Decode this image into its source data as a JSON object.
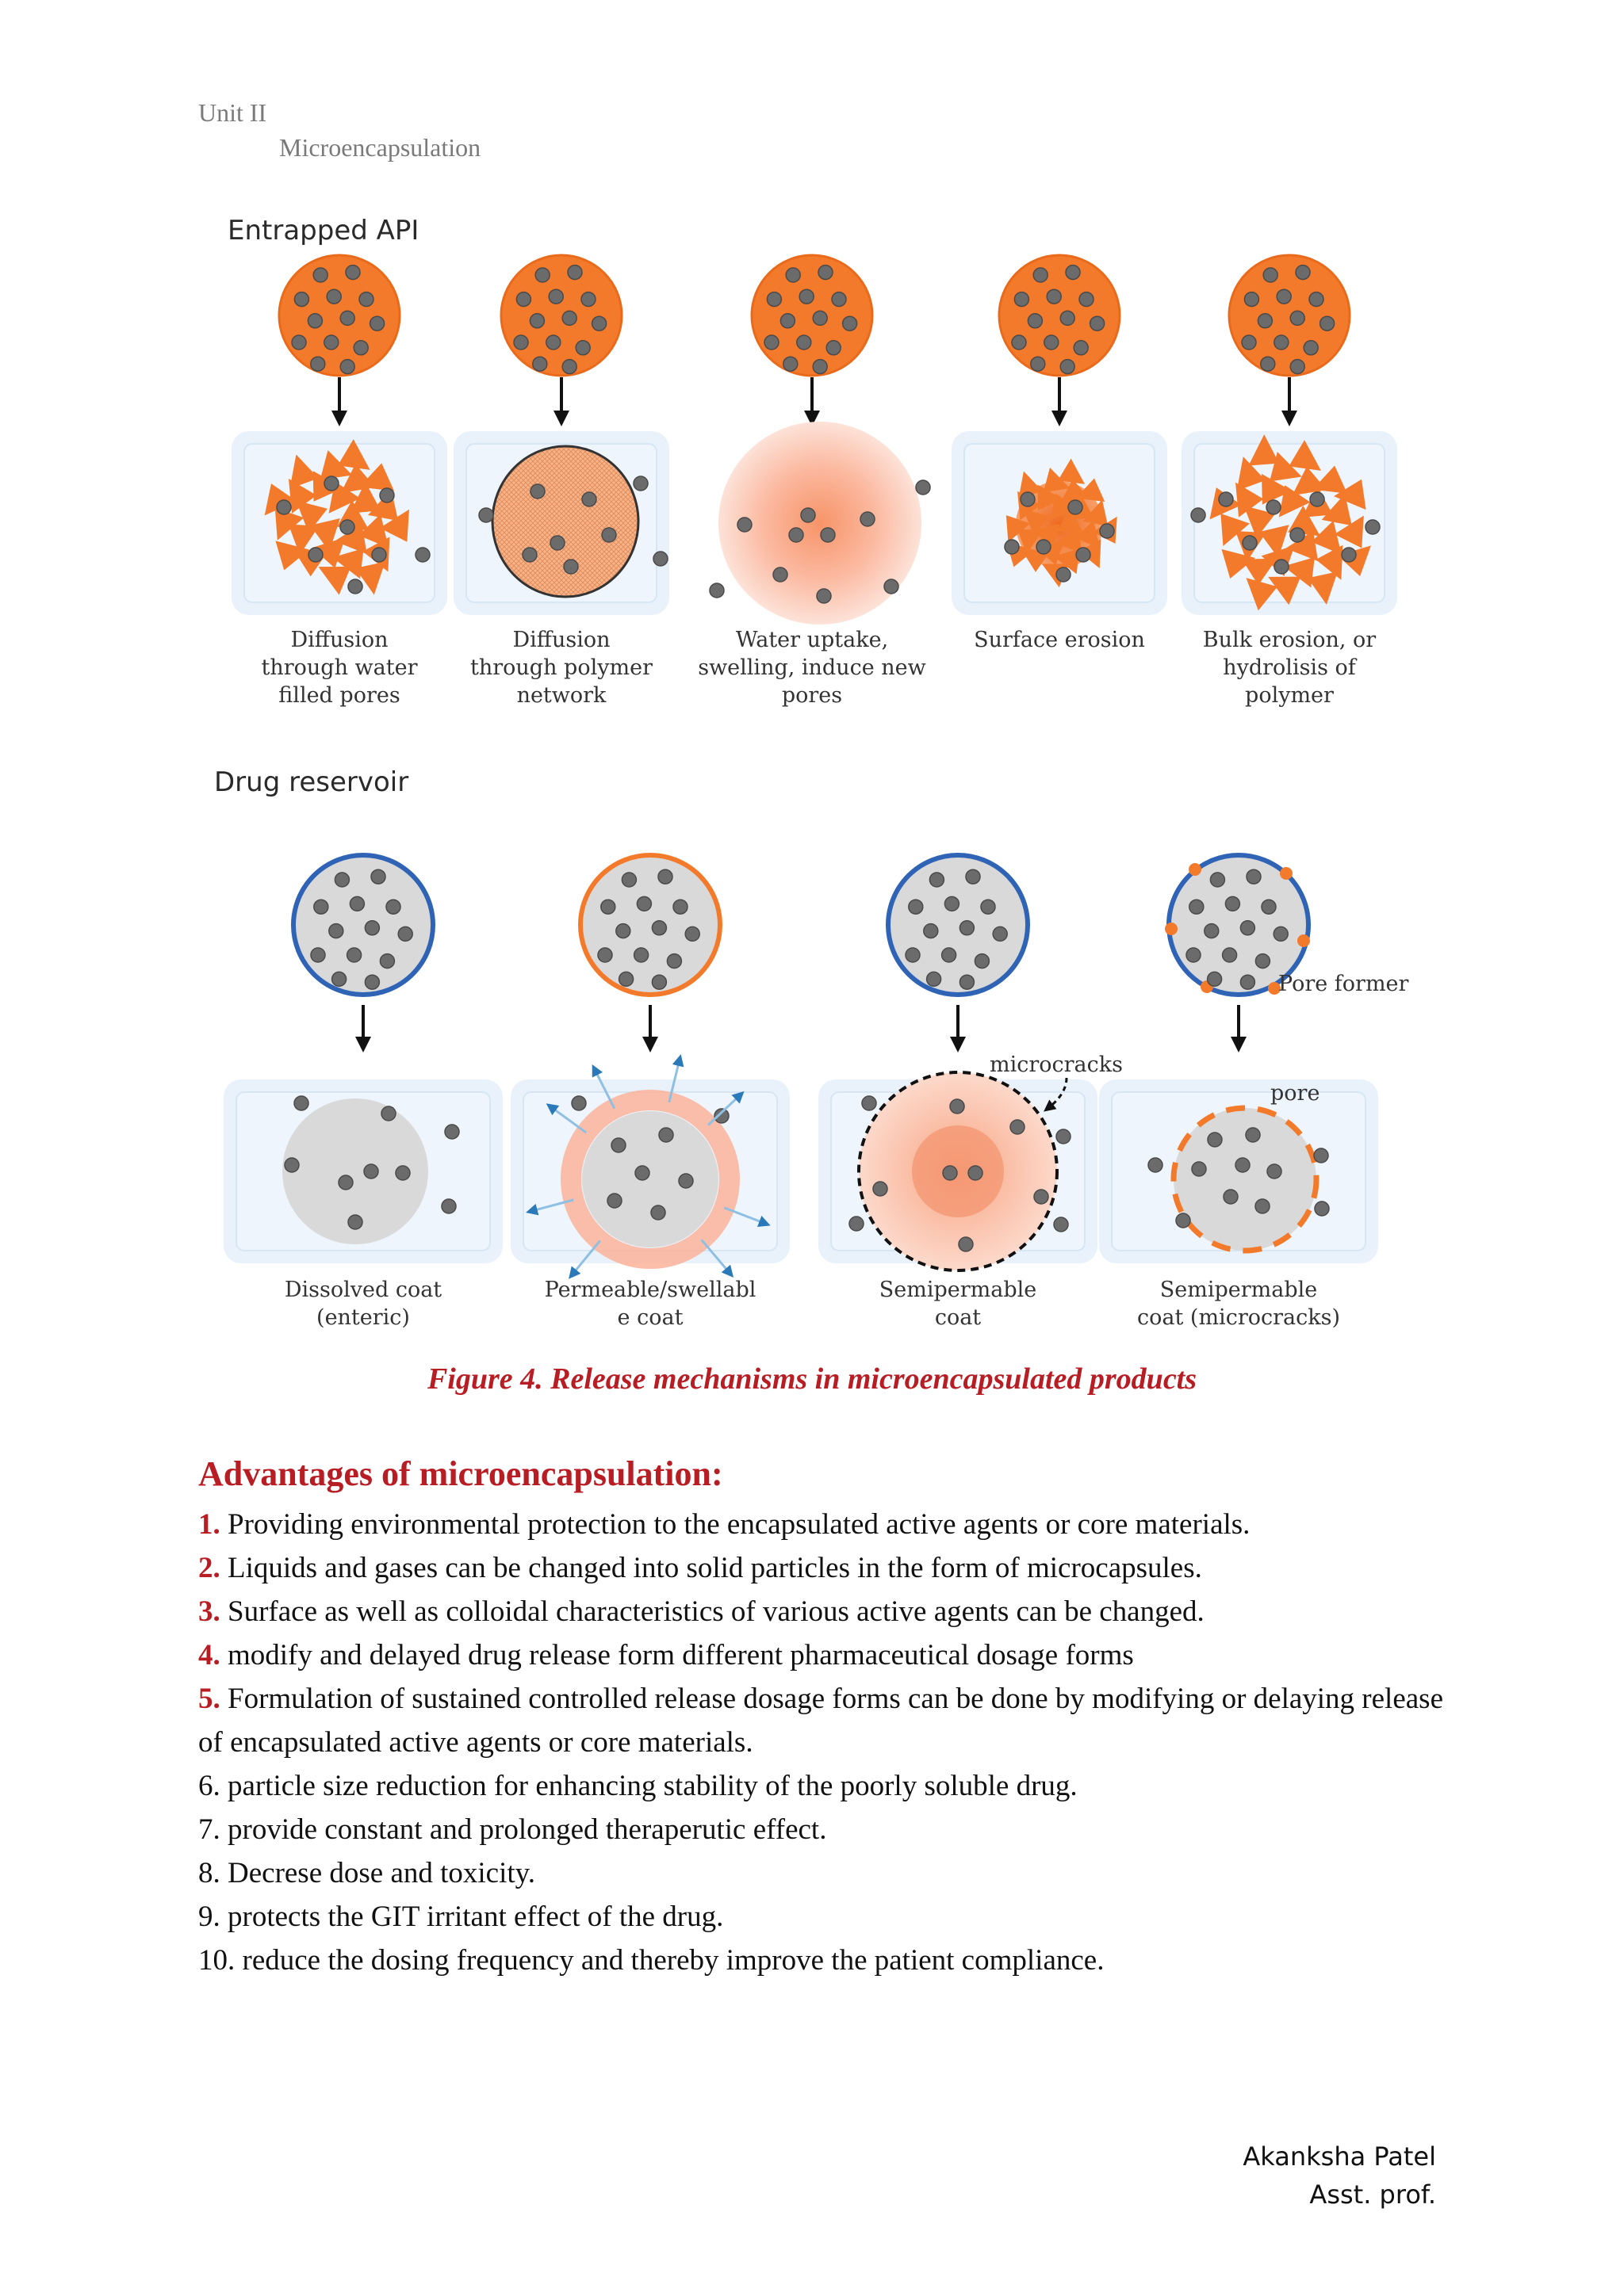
{
  "header": {
    "unit": "Unit II",
    "topic": "Microencapsulation"
  },
  "figure": {
    "entrapped_title": "Entrapped API",
    "entrapped_mechanisms": [
      {
        "lines": [
          "Diffusion",
          "through water",
          "filled pores"
        ]
      },
      {
        "lines": [
          "Diffusion",
          "through polymer",
          "network"
        ]
      },
      {
        "lines": [
          "Water uptake,",
          "swelling, induce new",
          "pores"
        ]
      },
      {
        "lines": [
          "Surface erosion"
        ]
      },
      {
        "lines": [
          "Bulk erosion, or",
          "hydrolisis of",
          "polymer"
        ]
      }
    ],
    "reservoir_title": "Drug reservoir",
    "reservoir_mechanisms": [
      {
        "lines": [
          "Dissolved coat",
          "(enteric)"
        ]
      },
      {
        "lines": [
          "Permeable/swellabl",
          "e coat"
        ]
      },
      {
        "lines": [
          "Semipermable",
          "coat"
        ]
      },
      {
        "lines": [
          "Semipermable",
          "coat (microcracks)"
        ]
      }
    ],
    "annotations": {
      "pore_former": "Pore former",
      "microcracks": "microcracks",
      "pore": "pore"
    },
    "colors": {
      "matrix_orange": "#f47a2b",
      "drug_gray": "#6b6b6b",
      "coat_blue": "#2f63b5",
      "medium_blue": "#cfe3f6"
    }
  },
  "caption": "Figure 4. Release mechanisms in microencapsulated products",
  "advantages": {
    "heading": "Advantages of microencapsulation:",
    "items": [
      {
        "num": "1.",
        "text": " Providing environmental protection to the encapsulated active agents or core materials."
      },
      {
        "num": "2.",
        "text": " Liquids and gases can be changed into solid particles in the form of microcapsules."
      },
      {
        "num": "3.",
        "text": " Surface as well as colloidal characteristics of various active agents can be changed."
      },
      {
        "num": "4.",
        "text": " modify and delayed drug release form different pharmaceutical dosage forms"
      },
      {
        "num": "5.",
        "text": " Formulation of sustained controlled release dosage forms can be done by modifying or delaying release of encapsulated active agents or core materials."
      },
      {
        "num": "",
        "text": "6. particle size reduction for enhancing stability of the poorly soluble drug."
      },
      {
        "num": "",
        "text": "7. provide constant and prolonged theraperutic effect."
      },
      {
        "num": "",
        "text": "8. Decrese dose and toxicity."
      },
      {
        "num": "",
        "text": "9. protects the GIT irritant effect of the drug."
      },
      {
        "num": "",
        "text": "10. reduce the dosing frequency and thereby improve the patient compliance."
      }
    ]
  },
  "footer": {
    "name": "Akanksha Patel",
    "role": "Asst. prof."
  }
}
